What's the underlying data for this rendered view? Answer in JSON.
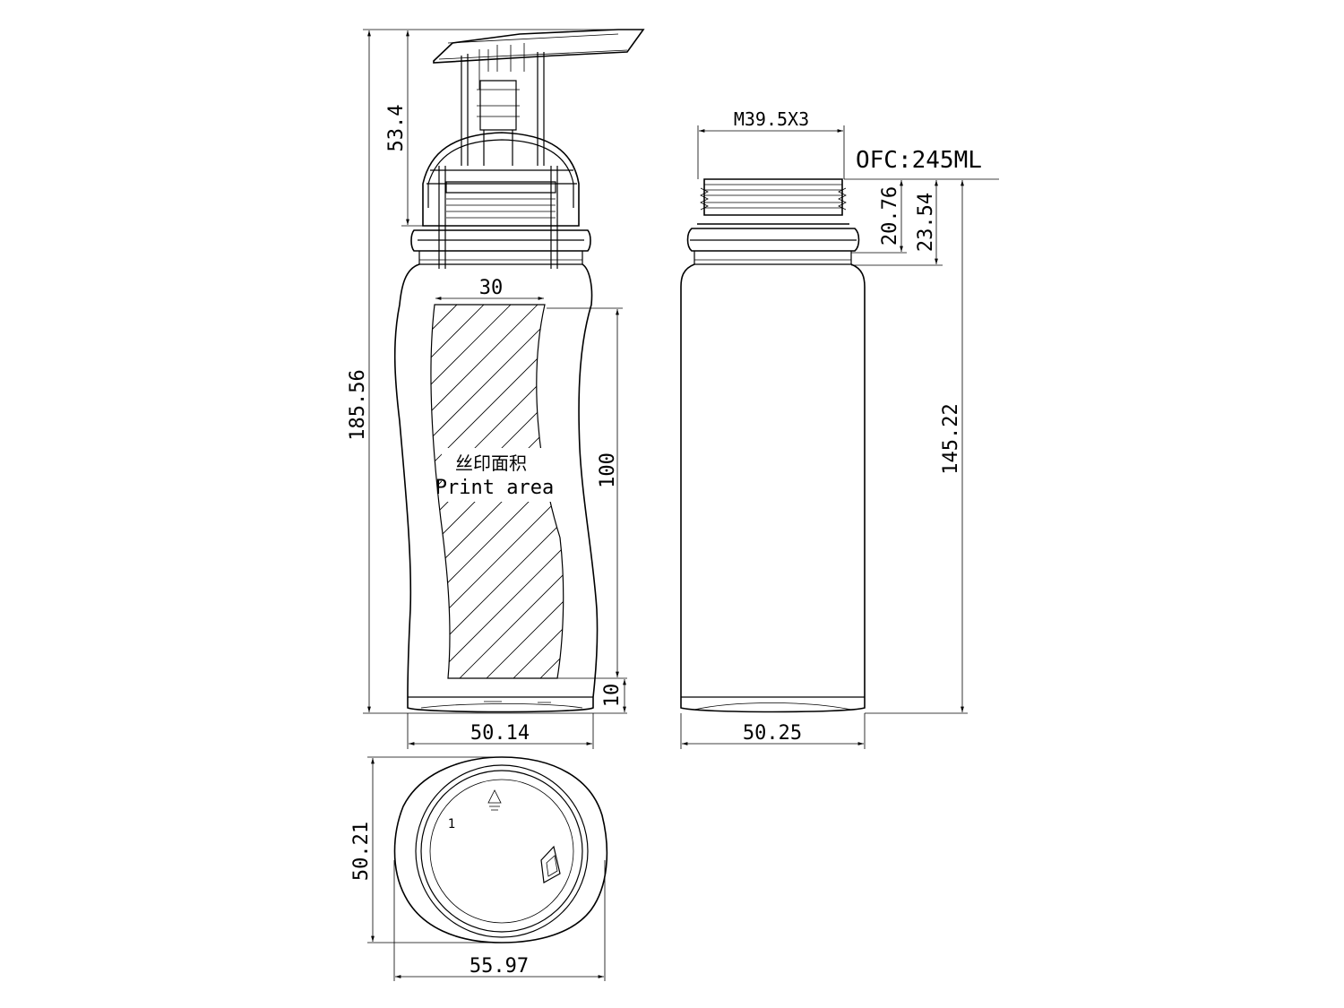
{
  "front_view": {
    "dim_total_height": "185.56",
    "dim_pump_height": "53.4",
    "dim_print_width": "30",
    "dim_print_height": "100",
    "dim_bottom_offset": "10",
    "dim_width": "50.14",
    "print_label_cn": "丝印面积",
    "print_label_en": "Print area"
  },
  "side_view": {
    "dim_thread": "M39.5X3",
    "capacity": "OFC:245ML",
    "dim_neck_height": "20.76",
    "dim_neck_total": "23.54",
    "dim_body_height": "145.22",
    "dim_width": "50.25"
  },
  "bottom_view": {
    "dim_depth": "50.21",
    "dim_width": "55.97",
    "mark_number": "1"
  }
}
